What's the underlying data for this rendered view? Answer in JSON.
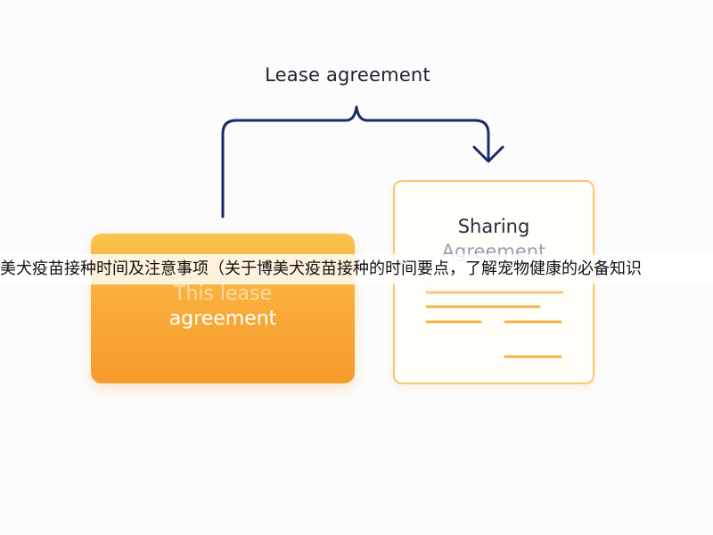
{
  "diagram": {
    "top_label": "Lease agreement",
    "left_card": {
      "line1": "This lease",
      "line2": "agreement"
    },
    "right_card": {
      "title_line1": "Sharing",
      "title_line2": "Agreement"
    }
  },
  "banner": {
    "text": "美犬疫苗接种时间及注意事项（关于博美犬疫苗接种的时间要点，了解宠物健康的必备知识"
  },
  "colors": {
    "connector": "#1b2a6b",
    "left_card": "#f9a937",
    "right_card_border": "#f7c873",
    "line_accent": "#f5b24a"
  }
}
